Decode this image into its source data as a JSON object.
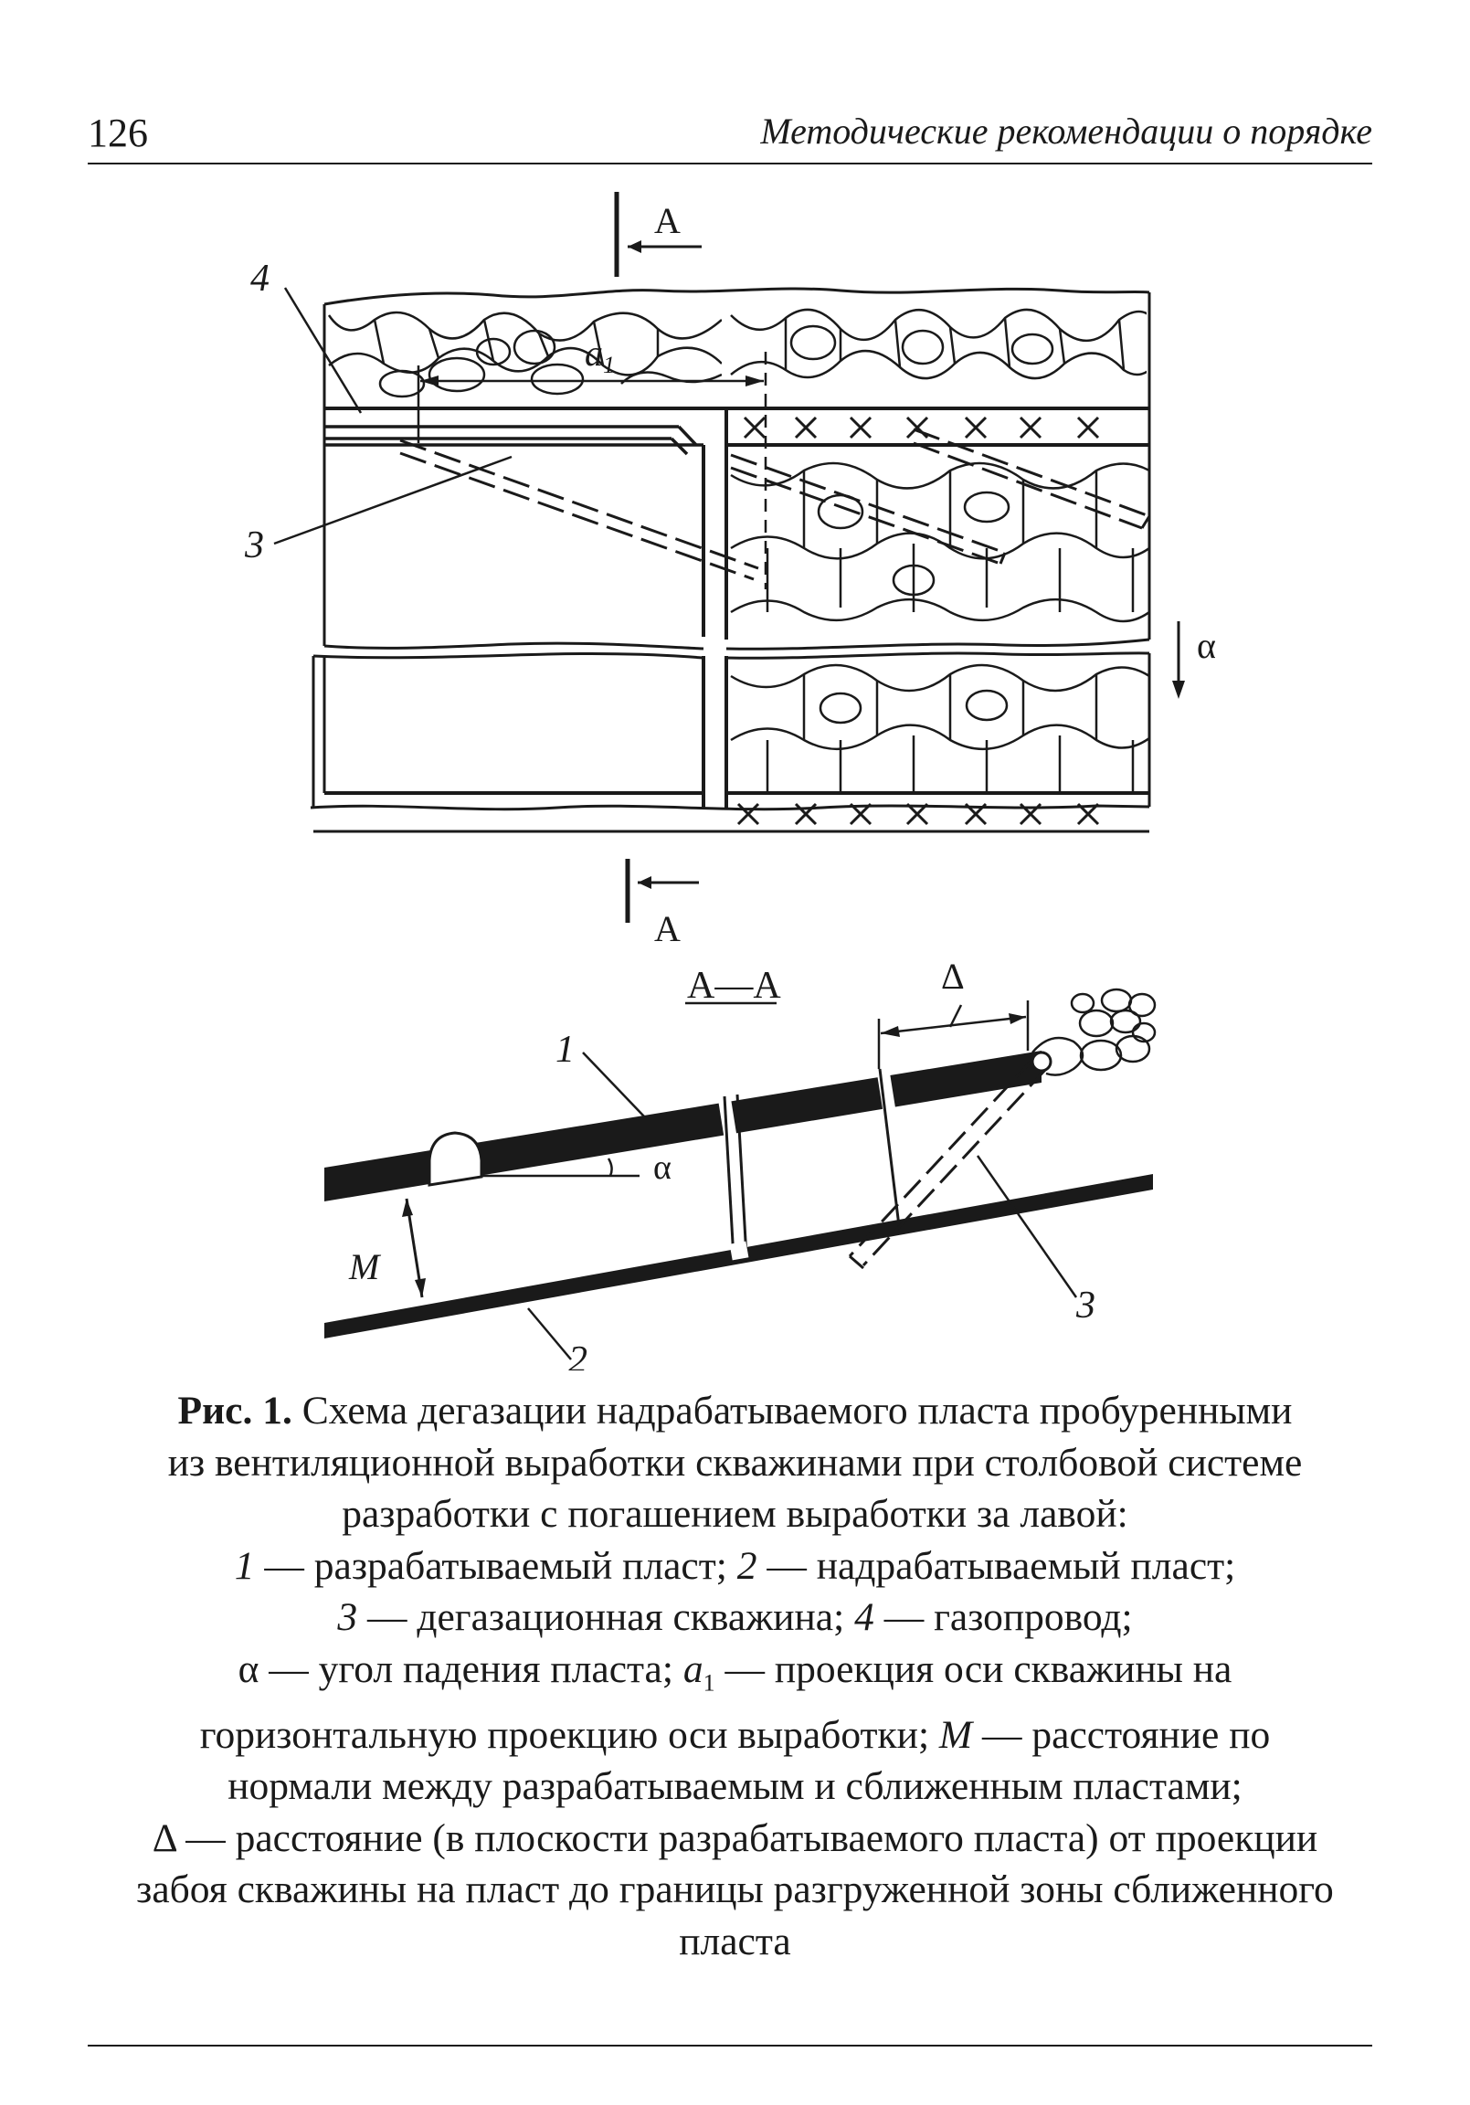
{
  "header": {
    "page_number": "126",
    "running_title": "Методические рекомендации о порядке"
  },
  "figure": {
    "section_mark_top": "A",
    "section_mark_bottom": "A",
    "label_4": "4",
    "label_3_plan": "3",
    "label_a1": "a",
    "label_a1_sub": "1",
    "label_alpha_dip": "α",
    "section_title": "A—A",
    "label_delta": "Δ",
    "label_1": "1",
    "label_alpha_angle": "α",
    "label_M": "M",
    "label_2": "2",
    "label_3_section": "3"
  },
  "caption": {
    "fig_label": "Рис. 1.",
    "title_part1": " Схема дегазации надрабатываемого пласта пробуренными",
    "title_part2": "из вентиляционной выработки скважинами при столбовой системе",
    "title_part3": "разработки с погашением выработки за лавой:",
    "n1": "1",
    "t1": " — разрабатываемый пласт; ",
    "n2": "2",
    "t2": " — надрабатываемый пласт;",
    "n3": "3",
    "t3": " — дегазационная скважина; ",
    "n4": "4",
    "t4": " — газопровод;",
    "alpha_line": "α — угол падения пласта; ",
    "a1_symbol": "a",
    "a1_sub": "1",
    "a1_text": " — проекция оси скважины на",
    "horiz_text": "горизонтальную проекцию оси выработки; ",
    "m_symbol": "M",
    "m_text": " — расстояние по",
    "normal_line": "нормали между разрабатываемым и сближенным пластами;",
    "delta_line": "Δ — расстояние (в плоскости разрабатываемого пласта) от проекции",
    "face_line": "забоя скважины на пласт до границы разгруженной зоны сближенного",
    "last_line": "пласта"
  }
}
